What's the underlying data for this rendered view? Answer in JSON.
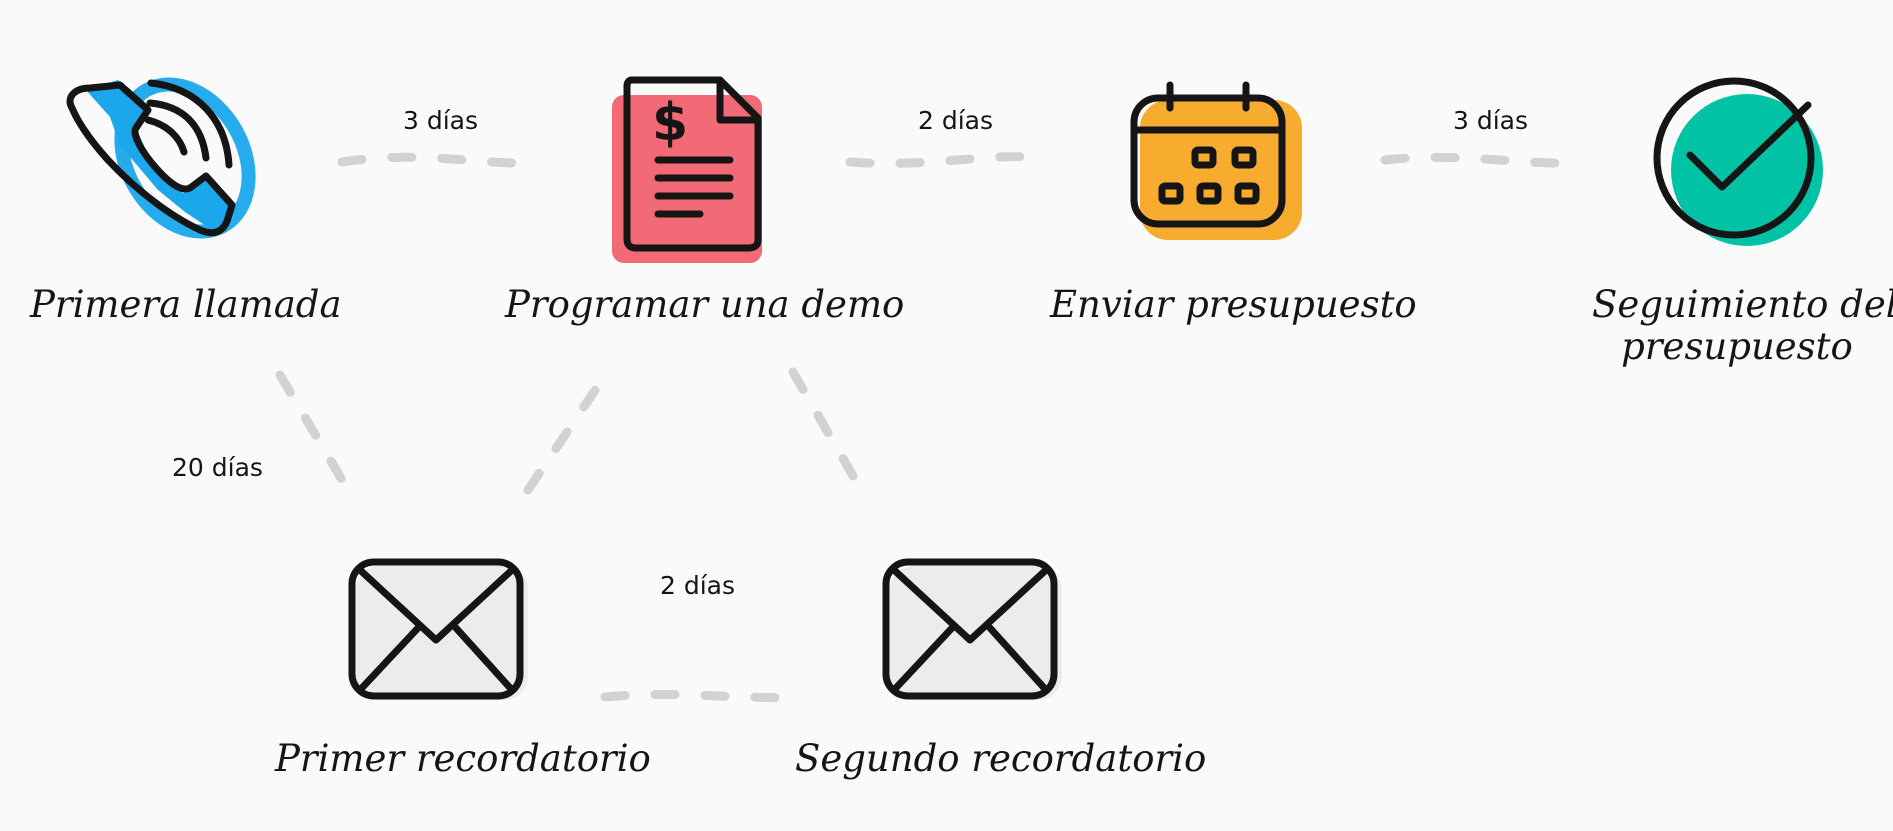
{
  "nodes": [
    {
      "id": "primera-llamada",
      "label": "Primera llamada",
      "icon": "phone-icon",
      "color": "#1aa7ec"
    },
    {
      "id": "programar-demo",
      "label": "Programar una demo",
      "icon": "invoice-document-icon",
      "color": "#f26a75"
    },
    {
      "id": "enviar-presupuesto",
      "label": "Enviar presupuesto",
      "icon": "calendar-icon",
      "color": "#f7ab2f"
    },
    {
      "id": "seguimiento",
      "label_lines": [
        "Seguimiento del",
        "presupuesto"
      ],
      "icon": "check-circle-icon",
      "color": "#00c2a4"
    },
    {
      "id": "primer-recordatorio",
      "label": "Primer recordatorio",
      "icon": "envelope-icon",
      "color": "#ececec"
    },
    {
      "id": "segundo-recordatorio",
      "label": "Segundo recordatorio",
      "icon": "envelope-icon",
      "color": "#ececec"
    }
  ],
  "edges": [
    {
      "from": "primera-llamada",
      "to": "programar-demo",
      "label": "3 días"
    },
    {
      "from": "programar-demo",
      "to": "enviar-presupuesto",
      "label": "2 días"
    },
    {
      "from": "enviar-presupuesto",
      "to": "seguimiento",
      "label": "3 días"
    },
    {
      "from": "primera-llamada",
      "to": "primer-recordatorio",
      "label": "20 días"
    },
    {
      "from": "primer-recordatorio",
      "to": "programar-demo",
      "label": ""
    },
    {
      "from": "programar-demo",
      "to": "segundo-recordatorio",
      "label": ""
    },
    {
      "from": "primer-recordatorio",
      "to": "segundo-recordatorio",
      "label": "2 días"
    }
  ]
}
